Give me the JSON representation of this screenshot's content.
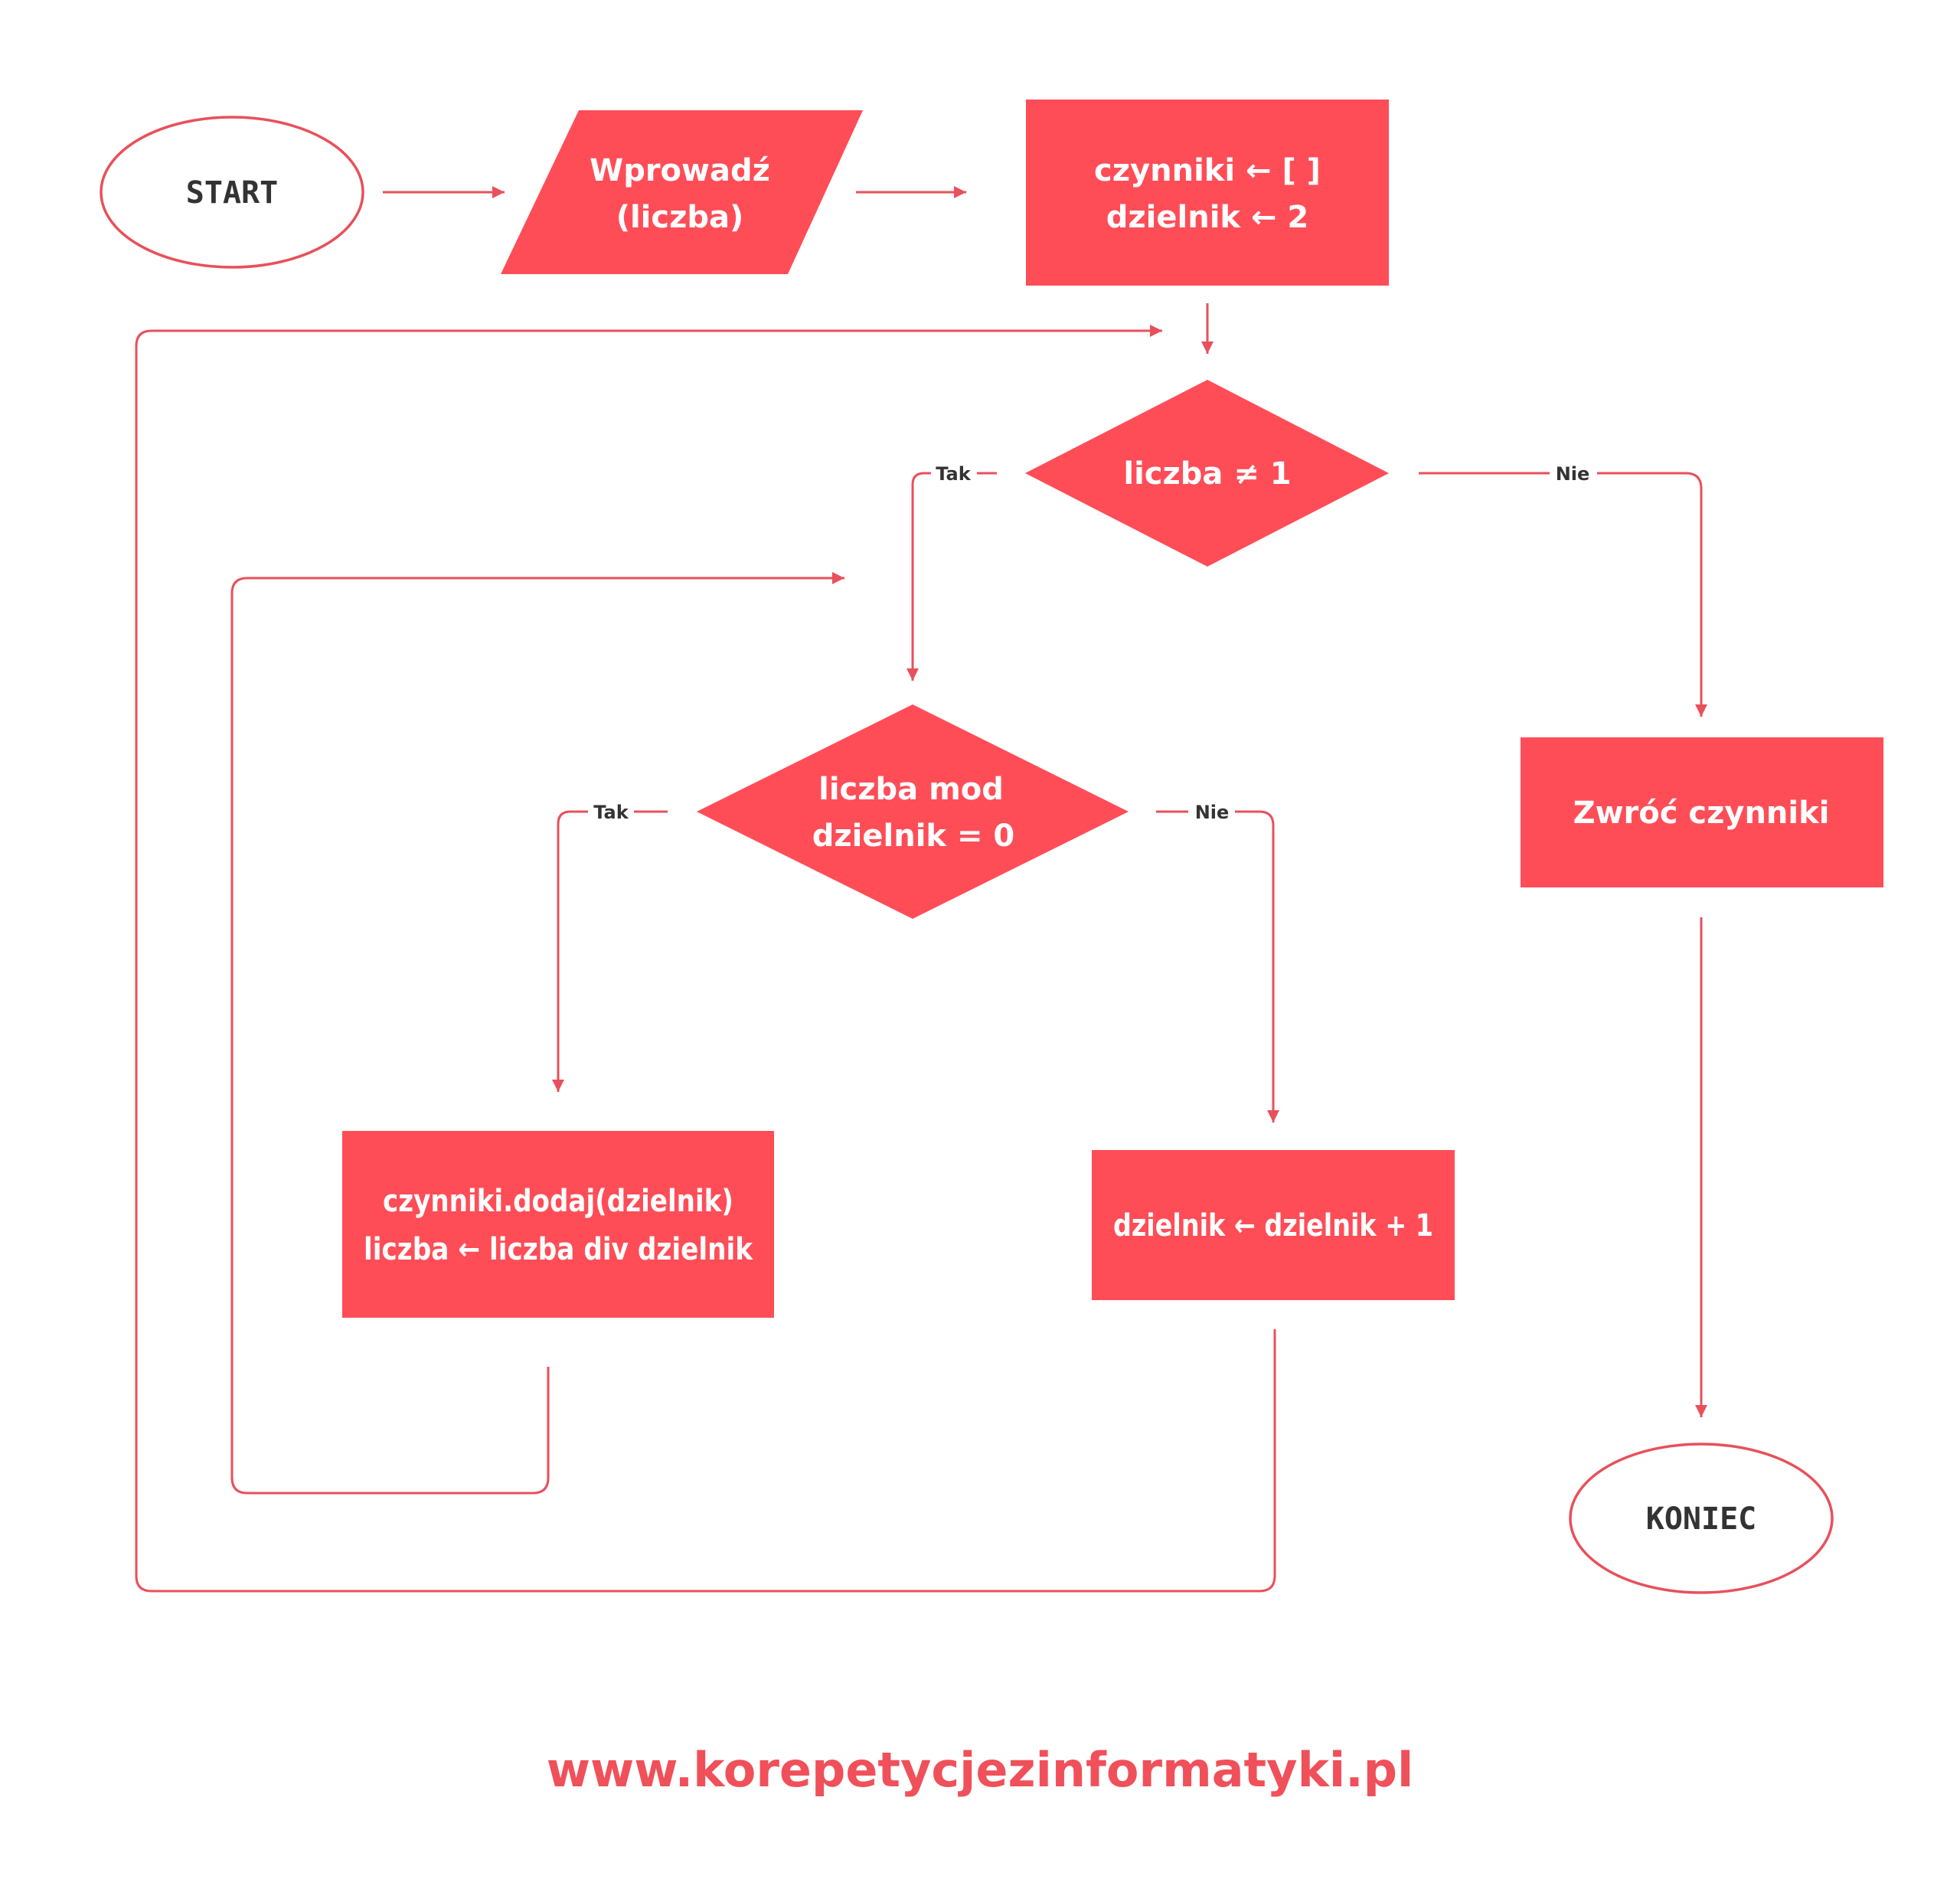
{
  "nodes": {
    "start": {
      "label": "START"
    },
    "input": {
      "line1": "Wprowadź",
      "line2": "(liczba)"
    },
    "init": {
      "line1": "czynniki ← [ ]",
      "line2": "dzielnik ← 2"
    },
    "cond_loop": {
      "label": "liczba ≠ 1"
    },
    "cond_mod": {
      "line1": "liczba mod",
      "line2": "dzielnik = 0"
    },
    "add_factor": {
      "line1": "czynniki.dodaj(dzielnik)",
      "line2": "liczba ← liczba div dzielnik"
    },
    "increment": {
      "label": "dzielnik ← dzielnik + 1"
    },
    "return": {
      "label": "Zwróć czynniki"
    },
    "end": {
      "label": "KONIEC"
    }
  },
  "branches": {
    "loop_yes": "Tak",
    "loop_no": "Nie",
    "mod_yes": "Tak",
    "mod_no": "Nie"
  },
  "footer": {
    "url": "www.korepetycjezinformatyki.pl"
  },
  "colors": {
    "accent": "#ff4d57",
    "line": "#e8505b",
    "text_dark": "#333333"
  }
}
